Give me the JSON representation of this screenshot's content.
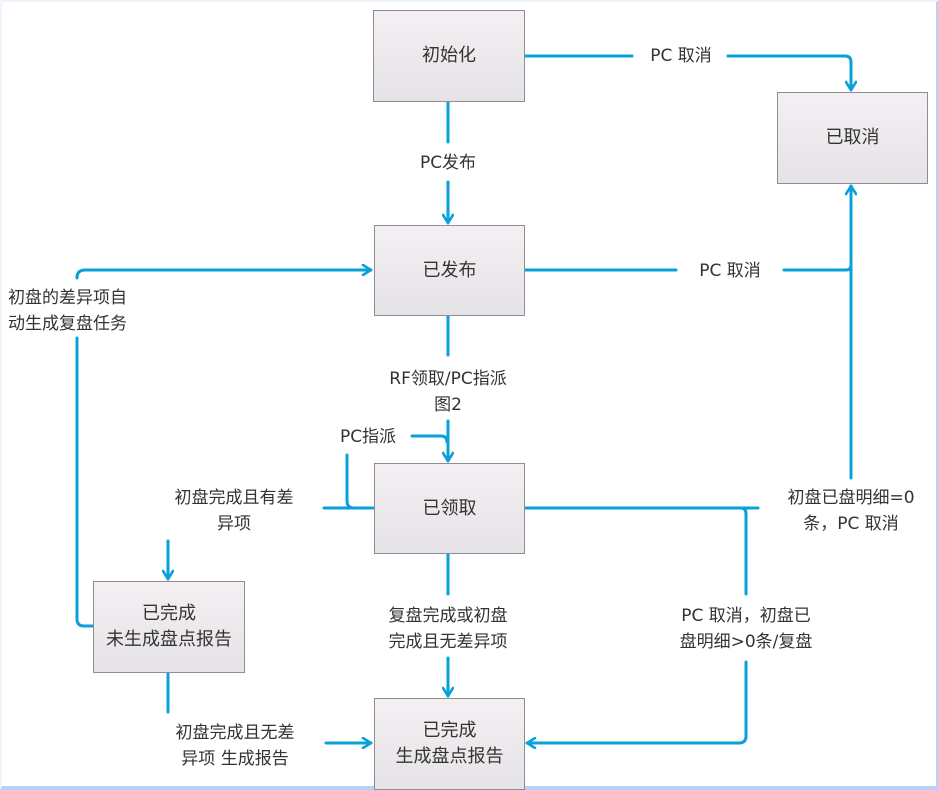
{
  "colors": {
    "connector": "#0aa0d8",
    "node_border": "#8e8e92",
    "node_fill_top": "#f3eff2",
    "node_fill_bottom": "#e6e3e8",
    "text": "#333333",
    "frame": "#bcd0f7"
  },
  "nodes": {
    "init": {
      "label": "初始化"
    },
    "cancelled": {
      "label": "已取消"
    },
    "published": {
      "label": "已发布"
    },
    "claimed": {
      "label": "已领取"
    },
    "done_no_report": {
      "line1": "已完成",
      "line2": "未生成盘点报告"
    },
    "done_report": {
      "line1": "已完成",
      "line2": "生成盘点报告"
    }
  },
  "edges": {
    "init_to_cancel": {
      "label": "PC 取消"
    },
    "init_to_publish": {
      "label": "PC发布"
    },
    "publish_to_cancel": {
      "label": "PC 取消"
    },
    "publish_to_claim": {
      "line1": "RF领取/PC指派",
      "line2": "图2"
    },
    "assign": {
      "label": "PC指派"
    },
    "auto_recount": {
      "line1": "初盘的差异项自",
      "line2": "动生成复盘任务"
    },
    "claim_diff": {
      "line1": "初盘完成且有差",
      "line2": "异项"
    },
    "claim_to_done_report": {
      "line1": "复盘完成或初盘",
      "line2": "完成且无差异项"
    },
    "claim_zero_cancel": {
      "line1": "初盘已盘明细=0",
      "line2": "条，PC 取消"
    },
    "claim_cancel_gt0": {
      "line1": "PC 取消，初盘已",
      "line2": "盘明细>0条/复盘"
    },
    "no_report_to_report": {
      "line1": "初盘完成且无差",
      "line2": "异项 生成报告"
    }
  }
}
